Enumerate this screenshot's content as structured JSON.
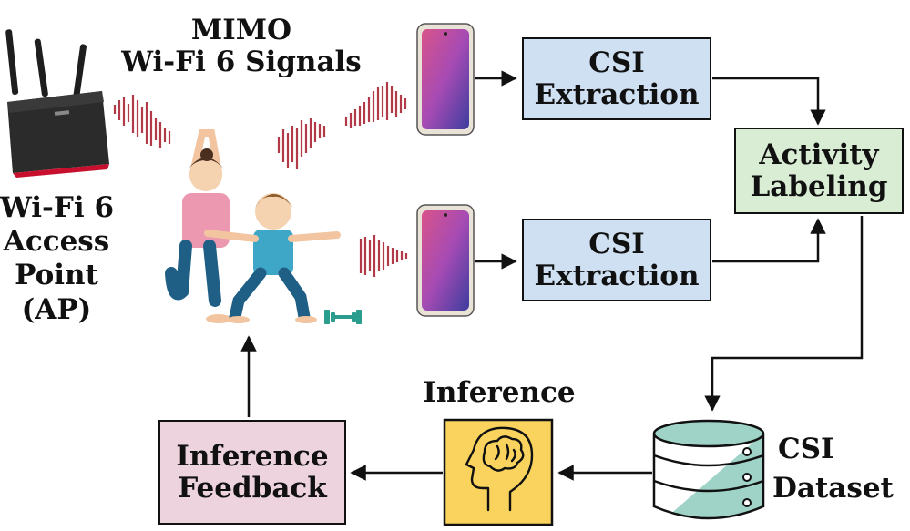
{
  "labels": {
    "mimo_line1": "MIMO",
    "mimo_line2": "Wi-Fi 6 Signals",
    "ap_line1": "Wi-Fi 6",
    "ap_line2": "Access",
    "ap_line3": "Point",
    "ap_line4": "(AP)",
    "inference_title": "Inference",
    "dataset_line1": "CSI",
    "dataset_line2": "Dataset"
  },
  "boxes": {
    "csi_extraction_top": {
      "line1": "CSI",
      "line2": "Extraction"
    },
    "csi_extraction_bottom": {
      "line1": "CSI",
      "line2": "Extraction"
    },
    "activity_labeling": {
      "line1": "Activity",
      "line2": "Labeling"
    },
    "inference_feedback": {
      "line1": "Inference",
      "line2": "Feedback"
    }
  },
  "colors": {
    "csi_box": "#cfe0f3",
    "labeling_box": "#d9ecd4",
    "feedback_box": "#ecd3dd",
    "inference_box": "#f9d35d",
    "signal": "#b23a48",
    "database_teal": "#9fd3c7"
  },
  "icons": [
    "router-icon",
    "smartphone-icon",
    "people-exercising-icon",
    "dumbbell-icon",
    "brain-head-icon",
    "database-icon"
  ]
}
